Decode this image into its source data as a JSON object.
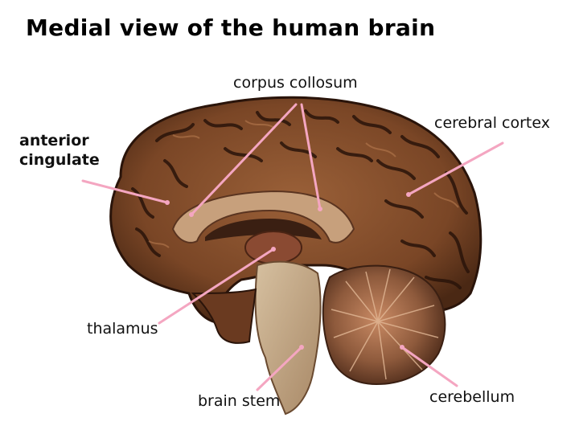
{
  "title": "Medial view of the human brain",
  "labels": {
    "anterior_cingulate_line1": "anterior",
    "anterior_cingulate_line2": "cingulate",
    "corpus_callosum": "corpus collosum",
    "cerebral_cortex": "cerebral cortex",
    "thalamus": "thalamus",
    "brain_stem": "brain stem",
    "cerebellum": "cerebellum"
  },
  "colors": {
    "pointer": "#f4a6c1",
    "cortex_dark": "#3a1f12",
    "cortex_gyri": "#8a5531",
    "white_matter": "#b88a66",
    "brainstem": "#c4a988",
    "cerebellum": "#9a6a48"
  }
}
